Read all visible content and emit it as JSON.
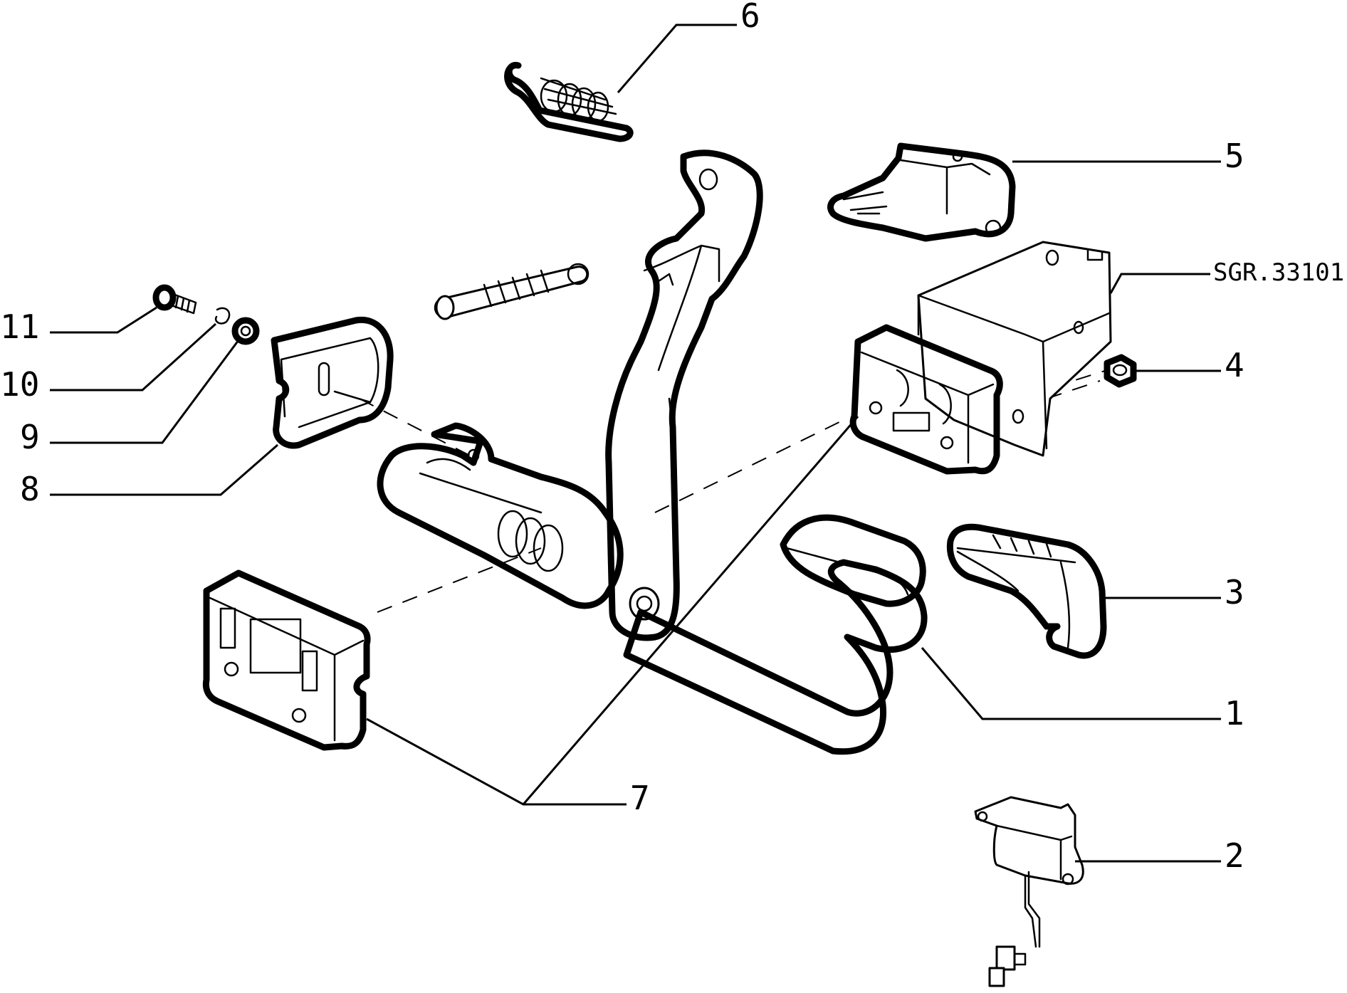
{
  "diagram": {
    "drawing_code": "SGR.33101",
    "callouts": [
      {
        "id": "1",
        "label": "1"
      },
      {
        "id": "2",
        "label": "2"
      },
      {
        "id": "3",
        "label": "3"
      },
      {
        "id": "4",
        "label": "4"
      },
      {
        "id": "5",
        "label": "5"
      },
      {
        "id": "6",
        "label": "6"
      },
      {
        "id": "7",
        "label": "7"
      },
      {
        "id": "8",
        "label": "8"
      },
      {
        "id": "9",
        "label": "9"
      },
      {
        "id": "10",
        "label": "10"
      },
      {
        "id": "11",
        "label": "11"
      }
    ]
  }
}
